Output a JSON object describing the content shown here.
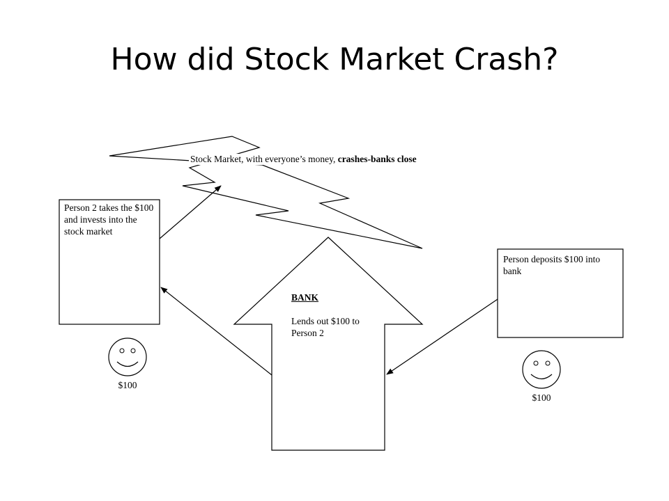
{
  "title": "How did Stock Market Crash?",
  "stock_market": {
    "prefix": "Stock Market, with everyone’s money,",
    "emphasis": "crashes-banks close"
  },
  "person2": {
    "description": "Person 2 takes the $100 and invests into the stock market",
    "amount": "$100"
  },
  "person1": {
    "description": "Person deposits $100 into bank",
    "amount": "$100"
  },
  "bank": {
    "heading": "BANK",
    "description": "Lends out $100 to Person 2"
  }
}
